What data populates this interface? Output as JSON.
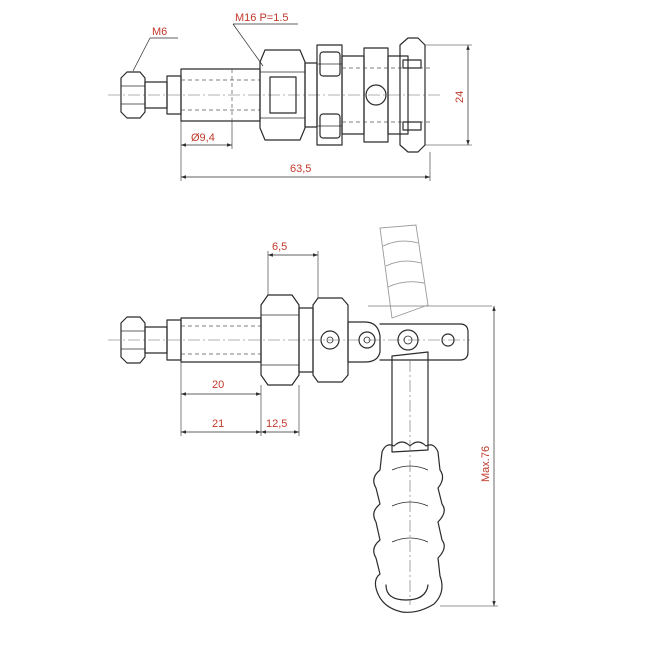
{
  "dimensions": {
    "thread_small": "M6",
    "thread_main": "M16 P=1.5",
    "shaft_diameter": "Ø9,4",
    "total_length": "63,5",
    "height": "24",
    "nut_thickness": "6,5",
    "stroke_20": "20",
    "stroke_21": "21",
    "offset": "12,5",
    "handle_max": "Max.76"
  },
  "colors": {
    "line": "#2b2b2b",
    "dimension_text": "#c0392b",
    "ghost_outline": "#9a9a9a"
  }
}
